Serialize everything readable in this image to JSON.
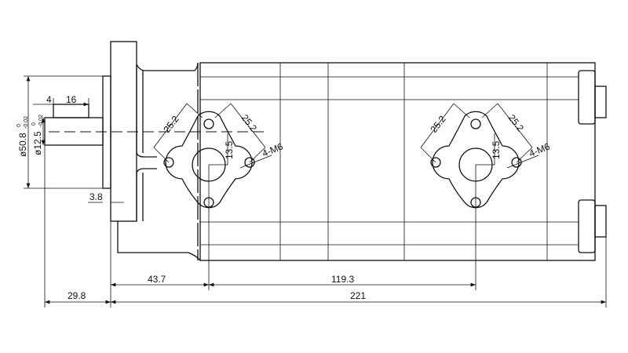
{
  "drawing": {
    "shaft_diameter": "ø12.5",
    "shaft_tol_upper": "0",
    "shaft_tol_lower": "-0.02",
    "pilot_diameter": "ø50.8",
    "pilot_tol_upper": "0",
    "pilot_tol_lower": "-0.02",
    "key_offset": "4",
    "key_length": "16",
    "pilot_depth": "3.8",
    "shaft_length": "29.8",
    "first_port_offset": "43.7",
    "port_spacing": "119.3",
    "overall_length": "221",
    "port_left": {
      "bolt_spacing_a": "25.2",
      "bolt_spacing_b": "25.2",
      "bore_offset": "13.5",
      "threads": "4-M6"
    },
    "port_right": {
      "bolt_spacing_a": "25.2",
      "bolt_spacing_b": "25.2",
      "bore_offset": "13.5",
      "threads": "4-M6"
    }
  }
}
